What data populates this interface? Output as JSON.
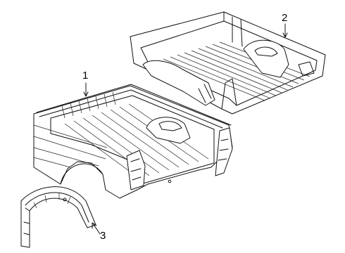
{
  "diagram": {
    "callouts": [
      {
        "id": "1",
        "label": "1",
        "part": "pickup-box"
      },
      {
        "id": "2",
        "label": "2",
        "part": "box-floor-inner"
      },
      {
        "id": "3",
        "label": "3",
        "part": "wheelhouse-liner"
      }
    ],
    "colors": {
      "line": "#111111",
      "background": "#ffffff"
    }
  }
}
